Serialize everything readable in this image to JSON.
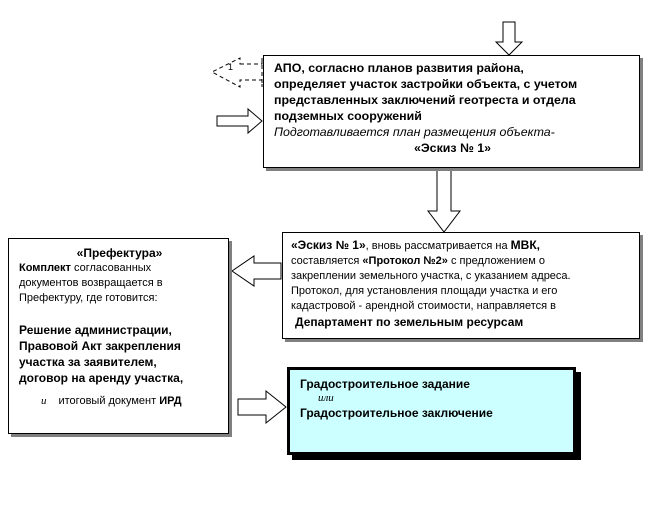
{
  "diagram": {
    "apo_box": {
      "line1": "АПО, согласно планов развития района,",
      "line2": "определяет участок застройки объекта, с учетом",
      "line3": "представленных заключений геотреста и отдела",
      "line4": "подземных сооружений",
      "line5": "Подготавливается план размещения объекта-",
      "line6": "«Эскиз № 1»"
    },
    "dashed_arrow_label": "1",
    "mvk_box": {
      "line1_a": "«Эскиз № 1»",
      "line1_b": ", вновь рассматривается на ",
      "line1_c": "МВК,",
      "line2_a": "составляется ",
      "line2_b": "«Протокол №2»",
      "line2_c": " с предложением о",
      "line3": "закреплении земельного участка, с указанием адреса.",
      "line4": "Протокол, для установления площади участка и его",
      "line5": "кадастровой - арендной стоимости, направляется в",
      "line6": "Департамент по земельным ресурсам"
    },
    "prefecture_box": {
      "title": "«Префектура»",
      "line1_a": "Комплект",
      "line1_b": " согласованных",
      "line2": "документов возвращается в",
      "line3": "Префектуру, где готовится:",
      "line4": "Решение администрации,",
      "line5": "Правовой Акт закрепления",
      "line6": "участка за заявителем,",
      "line7": "договор на аренду участка,",
      "line8_a": "и",
      "line8_b": "итоговый документ ",
      "line8_c": "ИРД"
    },
    "gradostroit_box": {
      "line1": "Градостроительное задание",
      "line2": "или",
      "line3": "Градостроительное заключение"
    }
  }
}
